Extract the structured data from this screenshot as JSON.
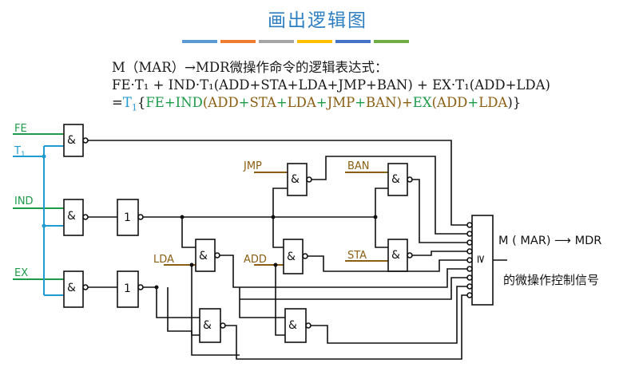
{
  "title": "画出逻辑图",
  "divider_colors": [
    "#5B9BD5",
    "#ED7D31",
    "#A5A5A5",
    "#FFC000",
    "#4472C4",
    "#70AD47"
  ],
  "formula": {
    "line1": "M（MAR）→MDR微操作命令的逻辑表达式：",
    "line2": "FE·T₁ + IND·T₁(ADD+STA+LDA+JMP+BAN) + EX·T₁(ADD+LDA)",
    "line3_eq": "=",
    "line3_t1": "T",
    "line3_t1_sub": "1",
    "line3_open": "{",
    "line3_fe": "FE",
    "line3_plus1": "+",
    "line3_ind": "IND",
    "line3_paren1": "(",
    "line3_add": "ADD",
    "line3_plus2": "+",
    "line3_sta": "STA",
    "line3_plus3": "+",
    "line3_lda": "LDA",
    "line3_plus4": "+",
    "line3_jmp": "JMP",
    "line3_plus5": "+",
    "line3_ban": "BAN",
    "line3_paren2": ")+",
    "line3_ex": "EX",
    "line3_paren3": "(",
    "line3_add2": "ADD",
    "line3_plus6": "+",
    "line3_lda2": "LDA",
    "line3_close": ")}"
  },
  "diagram": {
    "inputs": {
      "fe": "FE",
      "t1": "T",
      "t1_sub": "1",
      "ind": "IND",
      "ex": "EX",
      "jmp": "JMP",
      "ban": "BAN",
      "lda": "LDA",
      "add": "ADD",
      "sta": "STA"
    },
    "gate_and_symbol": "&",
    "gate_not_symbol": "1",
    "gate_or_symbol": "≥",
    "colors": {
      "wire": "#111111",
      "input_green": "#1E9B4A",
      "input_blue": "#1F9BD1",
      "input_brown": "#8B5E12"
    }
  },
  "output": {
    "line1_a": "M ( MAR)",
    "arrow": "⟶",
    "line1_b": "MDR",
    "line2": "的微操作控制信号"
  }
}
